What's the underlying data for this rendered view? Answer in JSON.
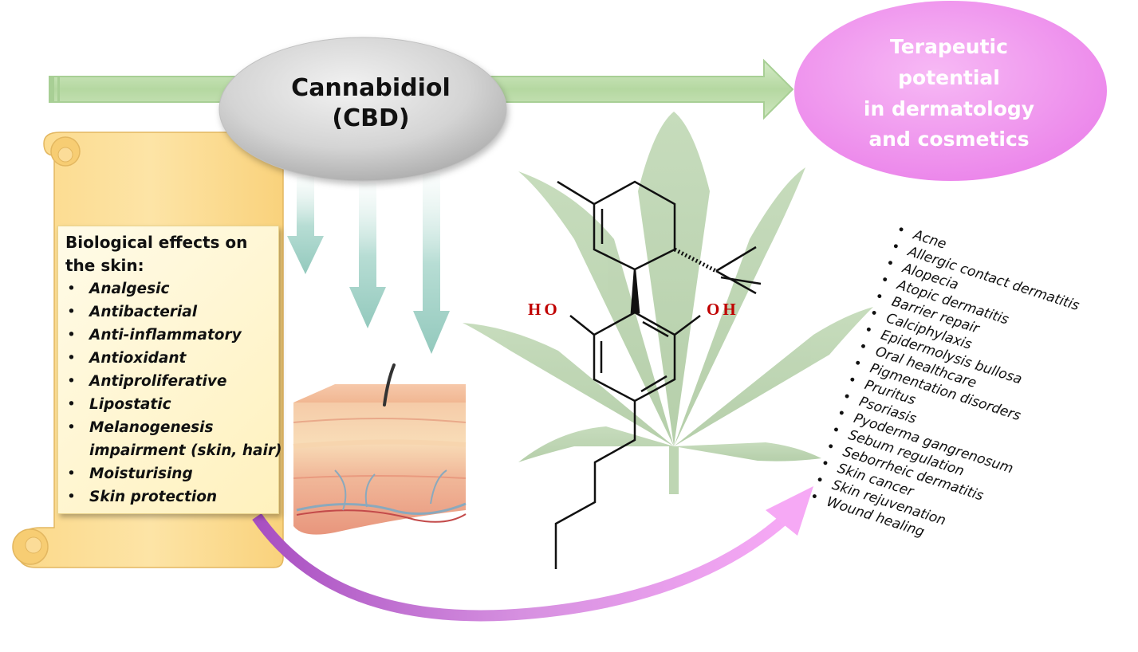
{
  "colors": {
    "arrow_green": "#b9d9a6",
    "down_arrow_teal": "#9fcfc4",
    "target_pink": "#f197f1",
    "scroll_yellow": "#fbd98a",
    "curve_purple": "#c870d6",
    "hydroxyl_red": "#c00000"
  },
  "center_node": {
    "title_line1": "Cannabidiol",
    "title_line2": "(CBD)"
  },
  "target_node": {
    "line1": "Terapeutic",
    "line2": "potential",
    "line3": "in dermatology",
    "line4": "and cosmetics"
  },
  "effects": {
    "heading_line1": "Biological effects on",
    "heading_line2": "the skin:",
    "bullet": "•",
    "items": [
      "Analgesic",
      "Antibacterial",
      "Anti-inflammatory",
      "Antioxidant",
      "Antiproliferative",
      "Lipostatic",
      "Melanogenesis",
      "impairment (skin, hair)",
      "Moisturising",
      "Skin protection"
    ]
  },
  "molecule": {
    "left_hydroxyl": "HO",
    "right_hydroxyl": "OH"
  },
  "conditions": {
    "bullet": "•",
    "items": [
      "Acne",
      "Allergic contact dermatitis",
      "Alopecia",
      "Atopic dermatitis",
      "Barrier repair",
      "Calciphylaxis",
      "Epidermolysis bullosa",
      "Oral healthcare",
      "Pigmentation disorders",
      "Pruritus",
      "Psoriasis",
      "Pyoderma gangrenosum",
      "Sebum regulation",
      "Seborrheic dermatitis",
      "Skin cancer",
      "Skin rejuvenation",
      "Wound healing"
    ]
  },
  "icons": [
    "cannabis-leaf-icon",
    "skin-layers-icon",
    "cbd-molecule-icon",
    "scroll-icon"
  ]
}
